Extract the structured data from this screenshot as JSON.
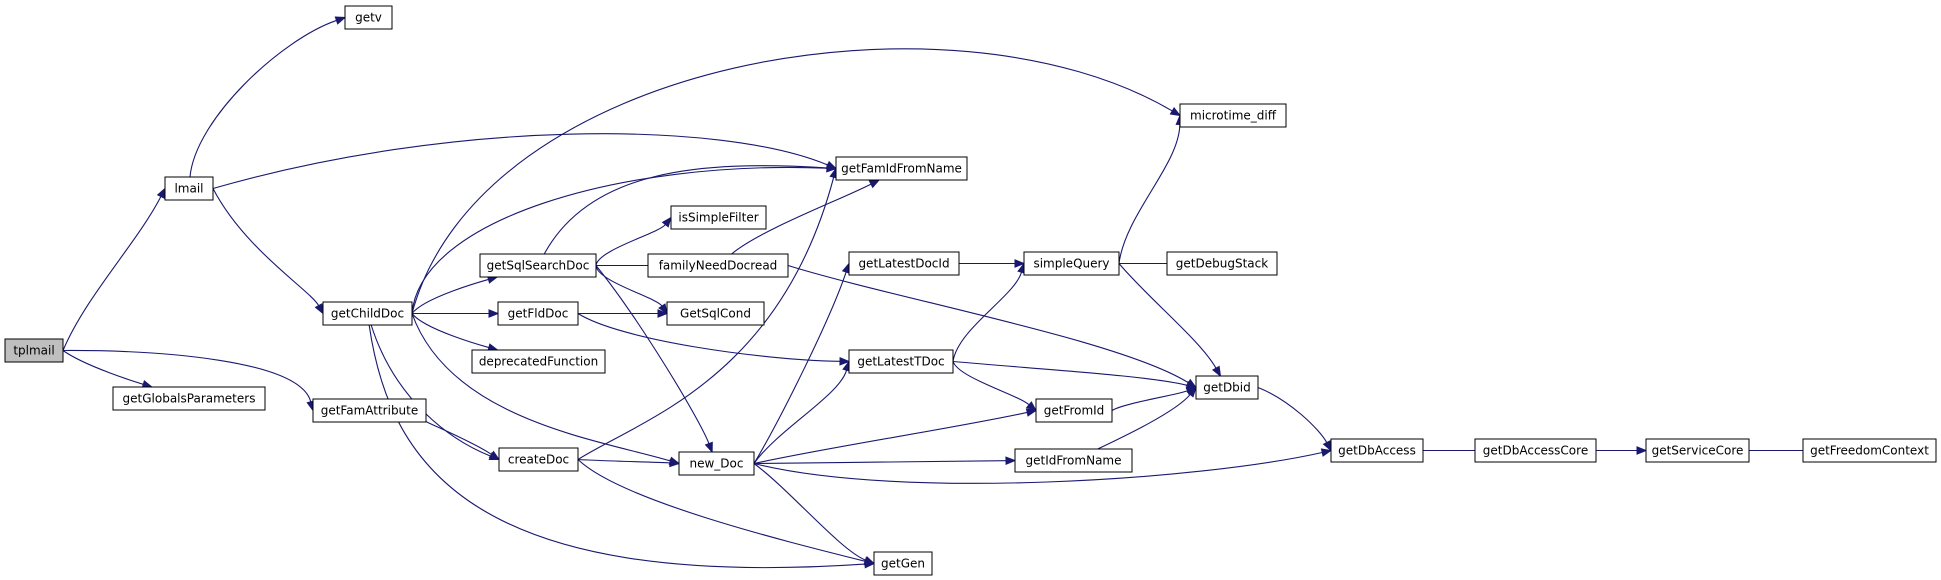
{
  "graph": {
    "title": "",
    "colors": {
      "edge": "#191970",
      "node_fill": "#ffffff",
      "root_fill": "#bfbfbf",
      "border": "#000000"
    },
    "nodes": {
      "tplmail": "tplmail",
      "lmail": "lmail",
      "getv": "getv",
      "getGlobalsParameters": "getGlobalsParameters",
      "getFamAttribute": "getFamAttribute",
      "getChildDoc": "getChildDoc",
      "getSqlSearchDoc": "getSqlSearchDoc",
      "getFldDoc": "getFldDoc",
      "deprecatedFunction": "deprecatedFunction",
      "createDoc": "createDoc",
      "isSimpleFilter": "isSimpleFilter",
      "familyNeedDocread": "familyNeedDocread",
      "GetSqlCond": "GetSqlCond",
      "getFamIdFromName": "getFamIdFromName",
      "new_Doc": "new_Doc",
      "getGen": "getGen",
      "getLatestDocId": "getLatestDocId",
      "getLatestTDoc": "getLatestTDoc",
      "getFromId": "getFromId",
      "getIdFromName": "getIdFromName",
      "simpleQuery": "simpleQuery",
      "microtime_diff": "microtime_diff",
      "getDebugStack": "getDebugStack",
      "getDbid": "getDbid",
      "getDbAccess": "getDbAccess",
      "getDbAccessCore": "getDbAccessCore",
      "getServiceCore": "getServiceCore",
      "getFreedomContext": "getFreedomContext"
    },
    "edges": [
      [
        "tplmail",
        "lmail"
      ],
      [
        "tplmail",
        "getGlobalsParameters"
      ],
      [
        "tplmail",
        "getFamAttribute"
      ],
      [
        "lmail",
        "getv"
      ],
      [
        "lmail",
        "getFamIdFromName"
      ],
      [
        "lmail",
        "getChildDoc"
      ],
      [
        "getFamAttribute",
        "createDoc"
      ],
      [
        "getChildDoc",
        "microtime_diff"
      ],
      [
        "getChildDoc",
        "getFamIdFromName"
      ],
      [
        "getChildDoc",
        "getSqlSearchDoc"
      ],
      [
        "getChildDoc",
        "getFldDoc"
      ],
      [
        "getChildDoc",
        "deprecatedFunction"
      ],
      [
        "getChildDoc",
        "createDoc"
      ],
      [
        "getChildDoc",
        "new_Doc"
      ],
      [
        "getChildDoc",
        "getGen"
      ],
      [
        "getSqlSearchDoc",
        "getFamIdFromName"
      ],
      [
        "getSqlSearchDoc",
        "isSimpleFilter"
      ],
      [
        "getSqlSearchDoc",
        "familyNeedDocread"
      ],
      [
        "getSqlSearchDoc",
        "GetSqlCond"
      ],
      [
        "getSqlSearchDoc",
        "new_Doc"
      ],
      [
        "getFldDoc",
        "GetSqlCond"
      ],
      [
        "getFldDoc",
        "getLatestTDoc"
      ],
      [
        "createDoc",
        "getFamIdFromName"
      ],
      [
        "createDoc",
        "new_Doc"
      ],
      [
        "createDoc",
        "getGen"
      ],
      [
        "familyNeedDocread",
        "getFamIdFromName"
      ],
      [
        "familyNeedDocread",
        "getDbid"
      ],
      [
        "new_Doc",
        "getLatestDocId"
      ],
      [
        "new_Doc",
        "getLatestTDoc"
      ],
      [
        "new_Doc",
        "getFromId"
      ],
      [
        "new_Doc",
        "getIdFromName"
      ],
      [
        "new_Doc",
        "getDbAccess"
      ],
      [
        "new_Doc",
        "getGen"
      ],
      [
        "getLatestDocId",
        "simpleQuery"
      ],
      [
        "getLatestTDoc",
        "simpleQuery"
      ],
      [
        "getLatestTDoc",
        "getFromId"
      ],
      [
        "getLatestTDoc",
        "getDbid"
      ],
      [
        "getFromId",
        "getDbid"
      ],
      [
        "getIdFromName",
        "getDbid"
      ],
      [
        "simpleQuery",
        "microtime_diff"
      ],
      [
        "simpleQuery",
        "getDebugStack"
      ],
      [
        "simpleQuery",
        "getDbid"
      ],
      [
        "getDbid",
        "getDbAccess"
      ],
      [
        "getDbAccess",
        "getDbAccessCore"
      ],
      [
        "getDbAccessCore",
        "getServiceCore"
      ],
      [
        "getServiceCore",
        "getFreedomContext"
      ]
    ]
  }
}
